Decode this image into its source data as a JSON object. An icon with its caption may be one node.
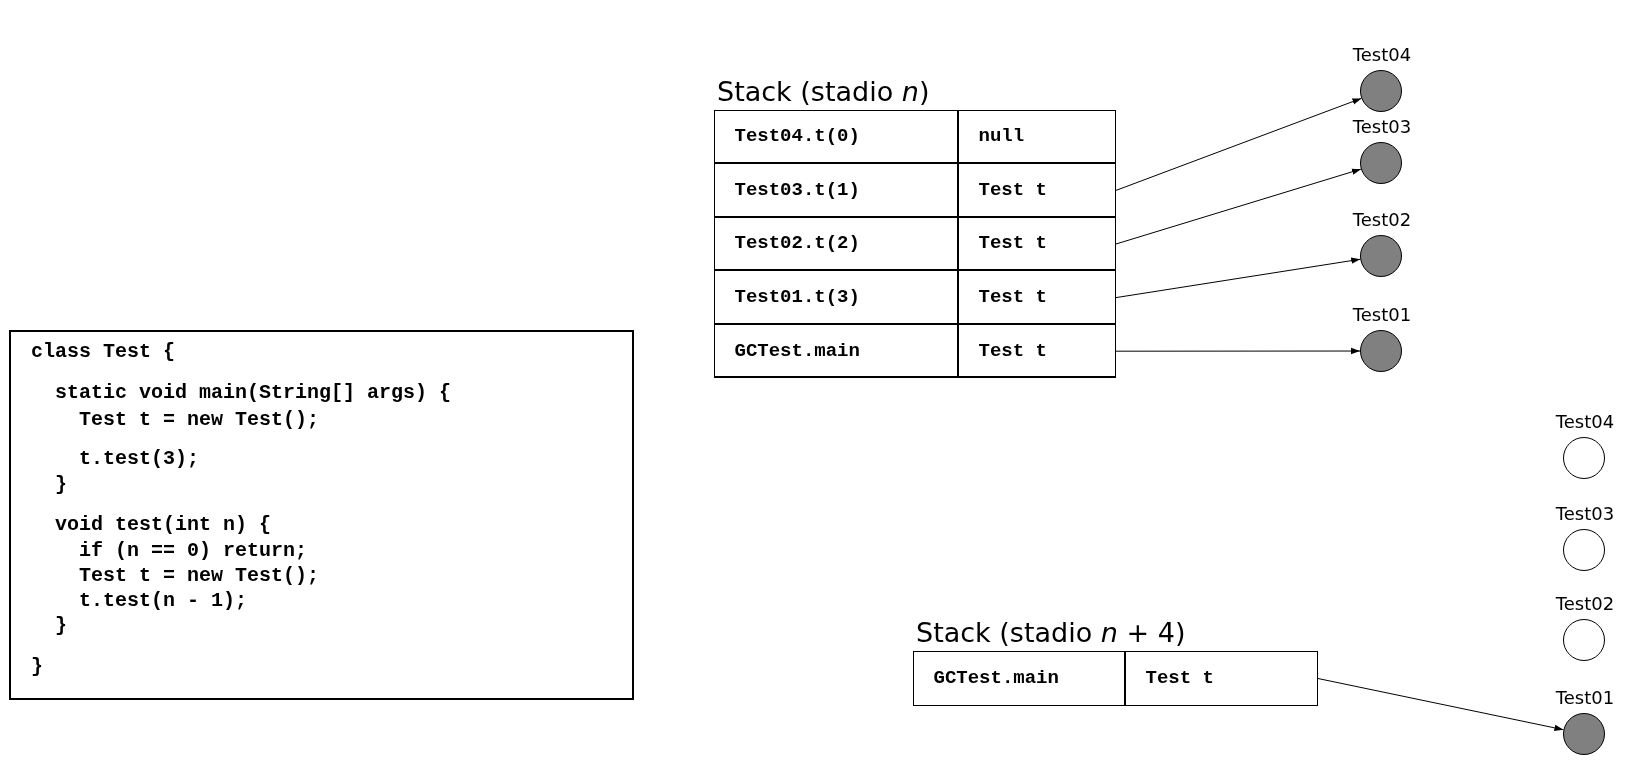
{
  "diagram": {
    "nodes": [
      {
        "text": [
          "class Test {",
          "  static void main(String[] args) {",
          "    Test t = new Test();",
          "    t.test(3);",
          "  }",
          "  void test(int n) {",
          "    if (n == 0) return;",
          "    Test t = new Test();",
          "    t.test(n - 1);",
          "  }",
          "}"
        ]
      },
      {
        "text": [
          "Stack (stadio *n*)"
        ]
      },
      {
        "text": [
          "Test04.t(0)"
        ],
        "in": 1
      },
      {
        "text": [
          "null"
        ],
        "in": 1
      },
      {
        "text": [
          "Test03.t(1)"
        ],
        "in": 1
      },
      {
        "text": [
          "Test t"
        ],
        "in": 1
      },
      {
        "text": [
          "Test02.t(2)"
        ],
        "in": 1
      },
      {
        "text": [
          "Test t"
        ],
        "in": 1
      },
      {
        "text": [
          "Test01.t(3)"
        ],
        "in": 1
      },
      {
        "text": [
          "Test t"
        ],
        "in": 1
      },
      {
        "text": [
          "GCTest.main"
        ],
        "in": 1
      },
      {
        "text": [
          "Test t"
        ],
        "in": 1
      },
      {
        "text": [
          "Test04"
        ]
      },
      {
        "text": [
          "Test03"
        ]
      },
      {
        "text": [
          "Test02"
        ]
      },
      {
        "text": [
          "Test01"
        ]
      },
      {
        "text": [
          "Test04"
        ]
      },
      {
        "text": [
          "Test03"
        ]
      },
      {
        "text": [
          "Test02"
        ]
      },
      {
        "text": [
          "Test01"
        ]
      },
      {
        "text": [
          "Stack (stadio *n* + 4)"
        ]
      },
      {
        "text": [
          "GCTest.main"
        ],
        "in": 20
      },
      {
        "text": [
          "Test t"
        ],
        "in": 20
      }
    ],
    "edges": [
      {
        "from": 5,
        "to": 12,
        "arrow": "to"
      },
      {
        "from": 7,
        "to": 13,
        "arrow": "to"
      },
      {
        "from": 9,
        "to": 14,
        "arrow": "to"
      },
      {
        "from": 11,
        "to": 15,
        "arrow": "to"
      },
      {
        "from": 22,
        "to": 19,
        "arrow": "to"
      }
    ]
  }
}
